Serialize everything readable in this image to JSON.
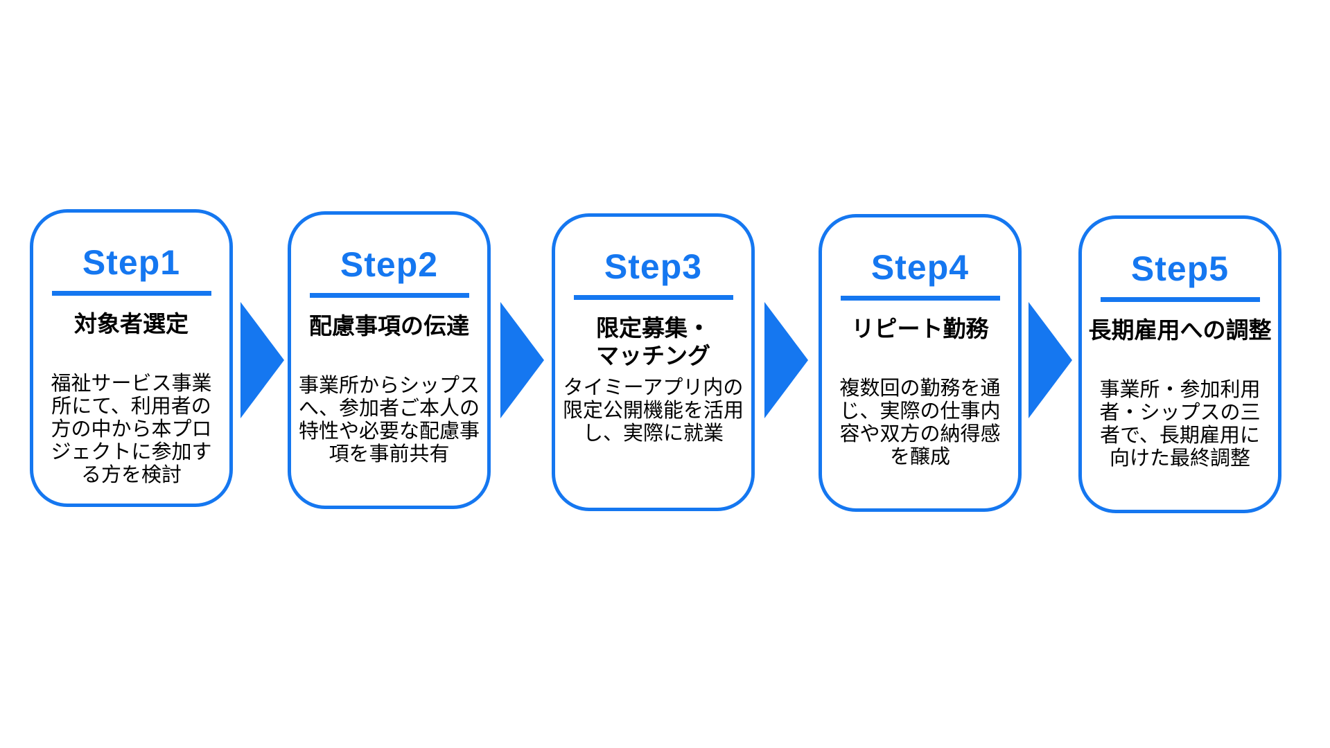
{
  "diagram": {
    "accent_color": "#1577F0",
    "background_color": "#FFFFFF",
    "text_color": "#000000",
    "arrow_icon": "triangle-right",
    "steps": [
      {
        "title": "Step1",
        "subtitle": "対象者選定",
        "body": "福祉サービス事業\n所にて、利用者の\n方の中から本プロ\nジェクトに参加す\nる方を検討"
      },
      {
        "title": "Step2",
        "subtitle": "配慮事項の伝達",
        "body": "事業所からシップス\nへ、参加者ご本人の\n特性や必要な配慮事\n項を事前共有"
      },
      {
        "title": "Step3",
        "subtitle": "限定募集・\nマッチング",
        "body": "タイミーアプリ内の\n限定公開機能を活用\nし、実際に就業"
      },
      {
        "title": "Step4",
        "subtitle": "リピート勤務",
        "body": "複数回の勤務を通\nじ、実際の仕事内\n容や双方の納得感\nを醸成"
      },
      {
        "title": "Step5",
        "subtitle": "長期雇用への調整",
        "body": "事業所・参加利用\n者・シップスの三\n者で、長期雇用に\n向けた最終調整"
      }
    ]
  }
}
